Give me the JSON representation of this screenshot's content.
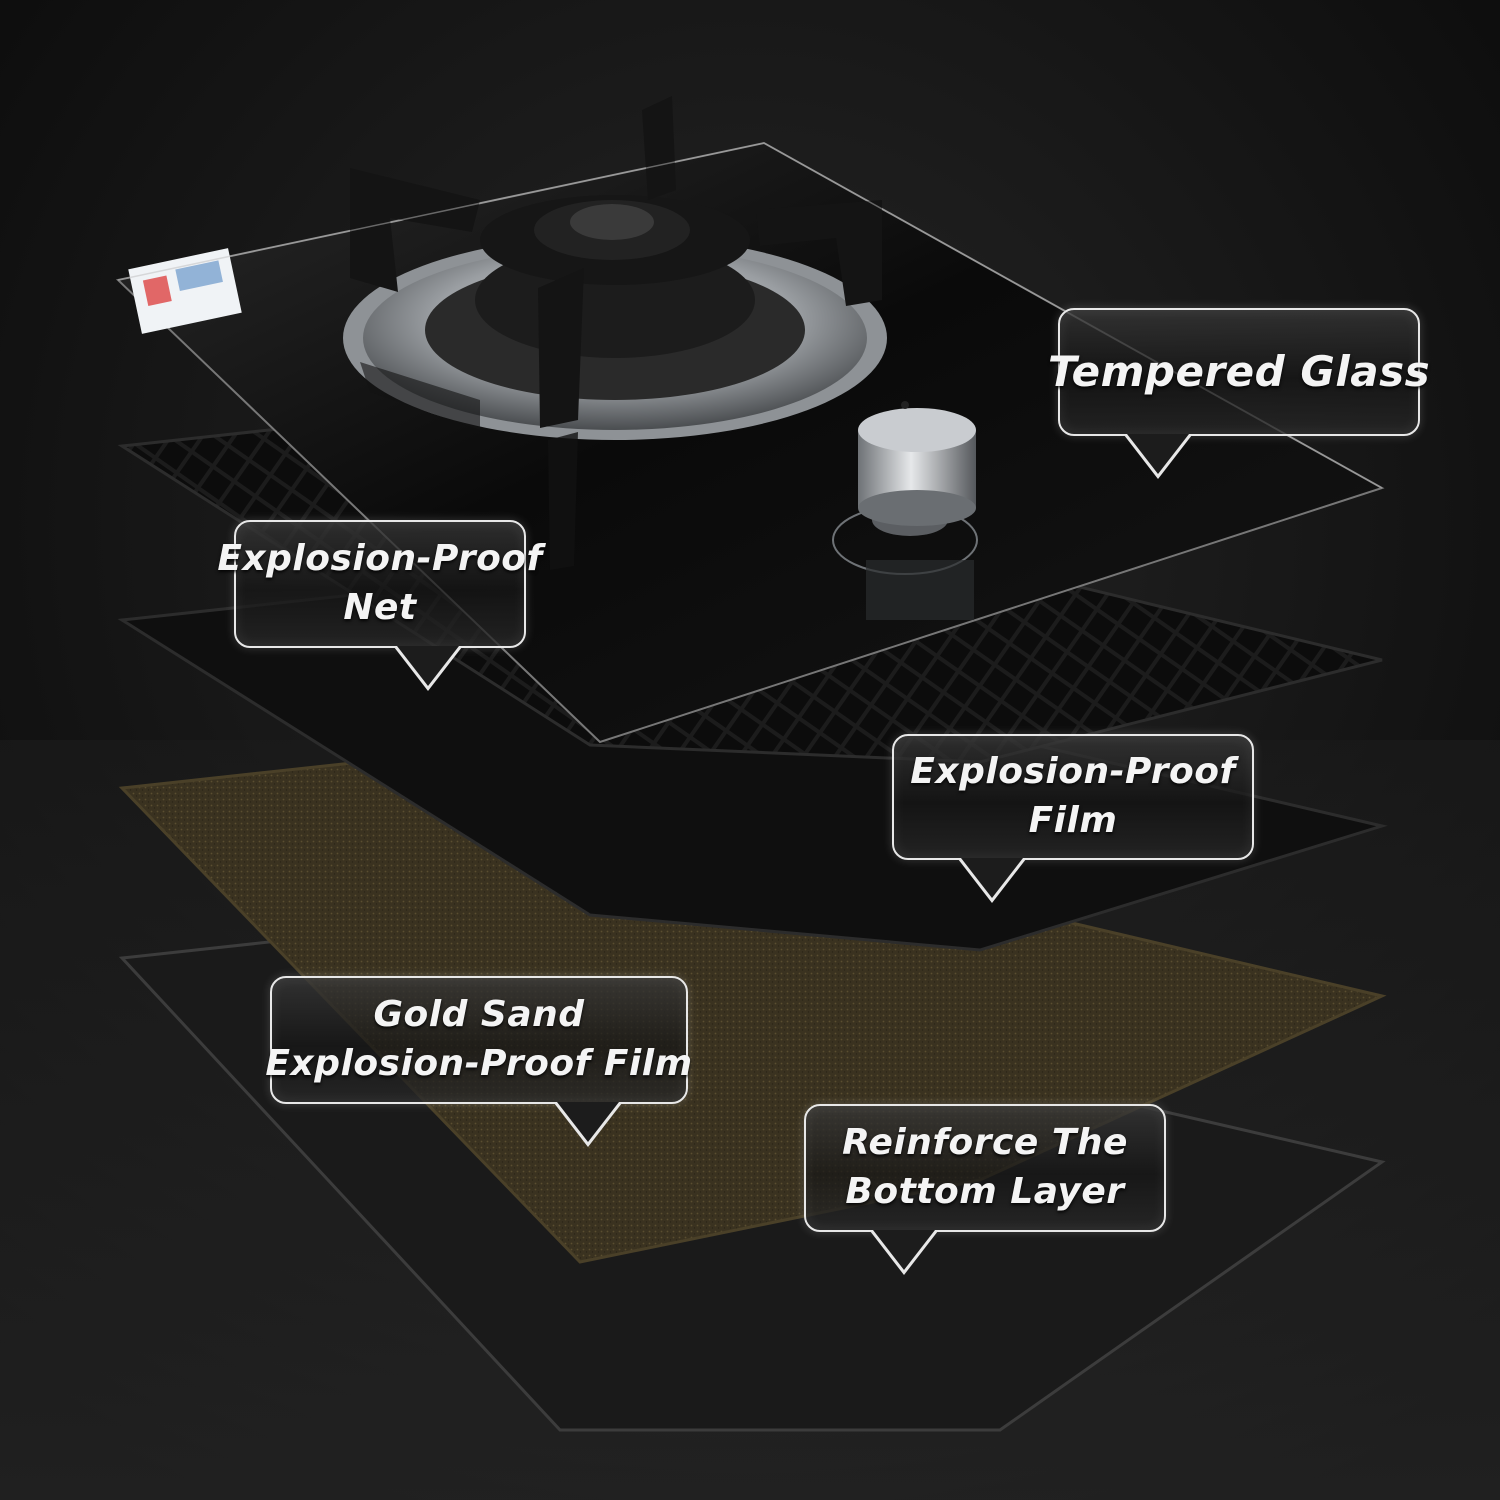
{
  "callouts": {
    "tempered_glass": {
      "line1": "Tempered Glass"
    },
    "net": {
      "line1": "Explosion-Proof",
      "line2": "Net"
    },
    "film": {
      "line1": "Explosion-Proof",
      "line2": "Film"
    },
    "gold_sand": {
      "line1": "Gold Sand",
      "line2": "Explosion-Proof Film"
    },
    "bottom": {
      "line1": "Reinforce The",
      "line2": "Bottom Layer"
    }
  },
  "colors": {
    "background": "#0b0b0b",
    "glass": "#0a0a0a",
    "gold_sand": "#3a3220",
    "callout_border": "#e8e8e8",
    "steel": "#b9bcc0"
  },
  "icons": [
    "gas-burner-icon",
    "control-knob-icon",
    "energy-label-sticker"
  ]
}
